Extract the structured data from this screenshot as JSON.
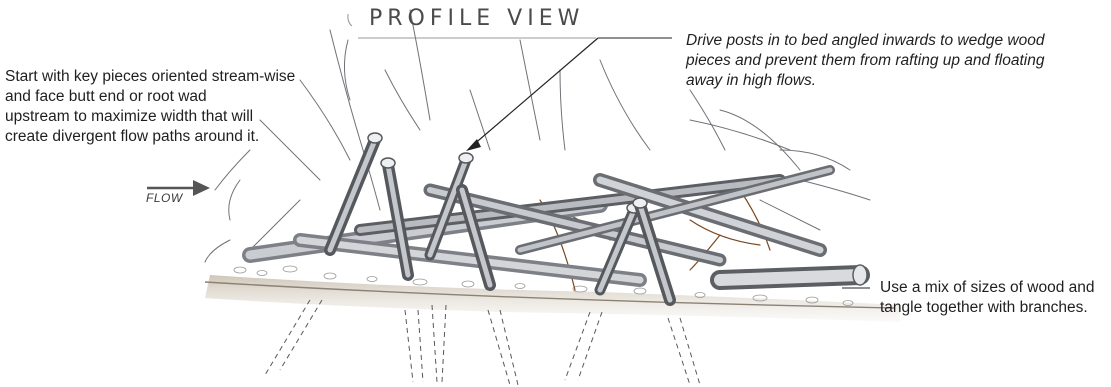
{
  "diagram": {
    "title": "PROFILE VIEW",
    "flow_label": "FLOW",
    "notes": {
      "key_pieces": "Start with key pieces oriented stream-wise\nand face butt end or root wad\nupstream to maximize width that will\ncreate divergent flow paths around it.",
      "posts": "Drive posts in to bed angled inwards to wedge wood\npieces and prevent them from rafting up and floating\naway in high flows.",
      "mix_sizes": "Use a mix of sizes of wood and\ntangle together with branches."
    },
    "colors": {
      "text": "#1f1f1f",
      "wood_dark": "#5b5e63",
      "wood_light": "#c9ccd0",
      "branch_brown": "#7a4a22",
      "bed": "#b9ad9d"
    }
  }
}
